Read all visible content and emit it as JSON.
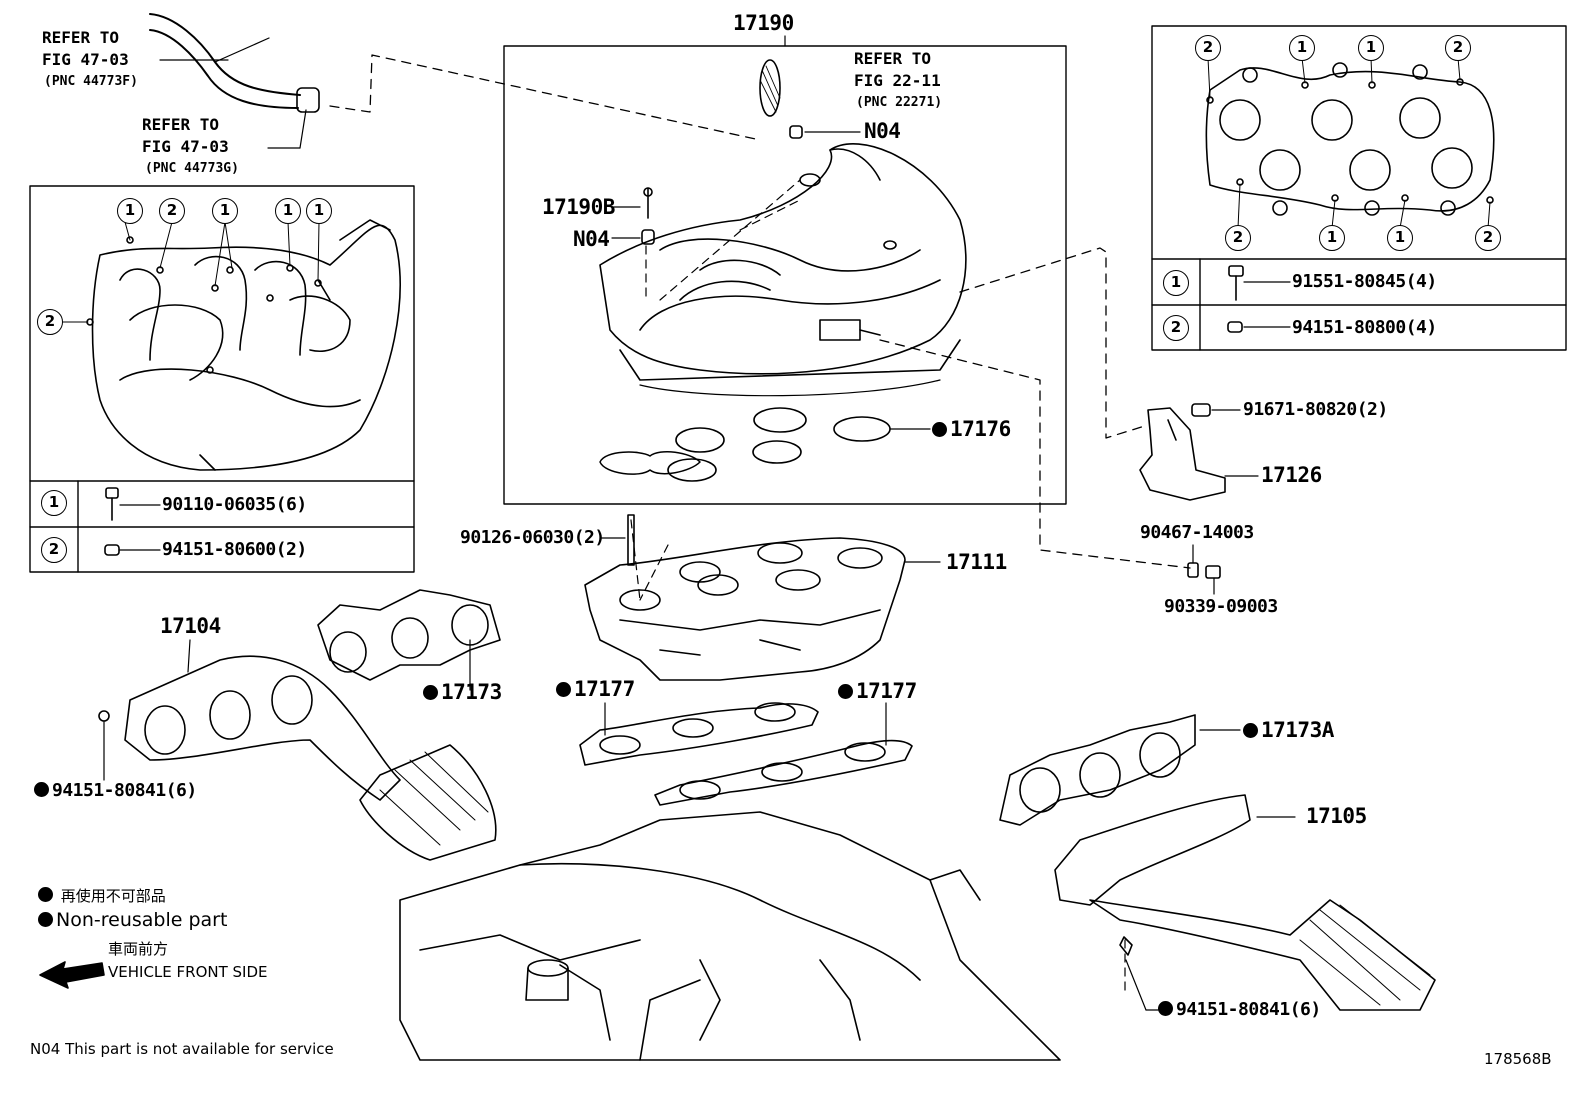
{
  "ref_labels": {
    "fig47_03_f": {
      "l1": "REFER TO",
      "l2": "FIG 47-03",
      "l3": "(PNC 44773F)"
    },
    "fig47_03_g": {
      "l1": "REFER TO",
      "l2": "FIG 47-03",
      "l3": "(PNC 44773G)"
    },
    "fig22_11": {
      "l1": "REFER TO",
      "l2": "FIG 22-11",
      "l3": "(PNC 22271)"
    }
  },
  "parts": {
    "p17190": "17190",
    "p17190B": "17190B",
    "n04_a": "N04",
    "n04_b": "N04",
    "p17176": "17176",
    "p90126": "90126-06030(2)",
    "p17111": "17111",
    "p17104": "17104",
    "p17173": "17173",
    "p17177_a": "17177",
    "p17177_b": "17177",
    "p94151_left": "94151-80841(6)",
    "p91671": "91671-80820(2)",
    "p17126": "17126",
    "p90467": "90467-14003",
    "p90339": "90339-09003",
    "p17173A": "17173A",
    "p17105": "17105",
    "p94151_right": "94151-80841(6)"
  },
  "left_legend": {
    "callouts": [
      "1",
      "2",
      "1",
      "1",
      "1",
      "2"
    ],
    "rows": [
      {
        "num": "1",
        "part": "90110-06035(6)"
      },
      {
        "num": "2",
        "part": "94151-80600(2)"
      }
    ]
  },
  "right_legend": {
    "callouts_top": [
      "2",
      "1",
      "1",
      "2"
    ],
    "callouts_bottom": [
      "2",
      "1",
      "1",
      "2"
    ],
    "rows": [
      {
        "num": "1",
        "part": "91551-80845(4)"
      },
      {
        "num": "2",
        "part": "94151-80800(4)"
      }
    ]
  },
  "notes": {
    "jp_nonreusable": "再使用不可部品",
    "en_nonreusable": "Non-reusable part",
    "jp_front": "車両前方",
    "en_front": "VEHICLE FRONT SIDE",
    "n04_note": "N04 This part is not available for service",
    "diagram_id": "178568B"
  }
}
